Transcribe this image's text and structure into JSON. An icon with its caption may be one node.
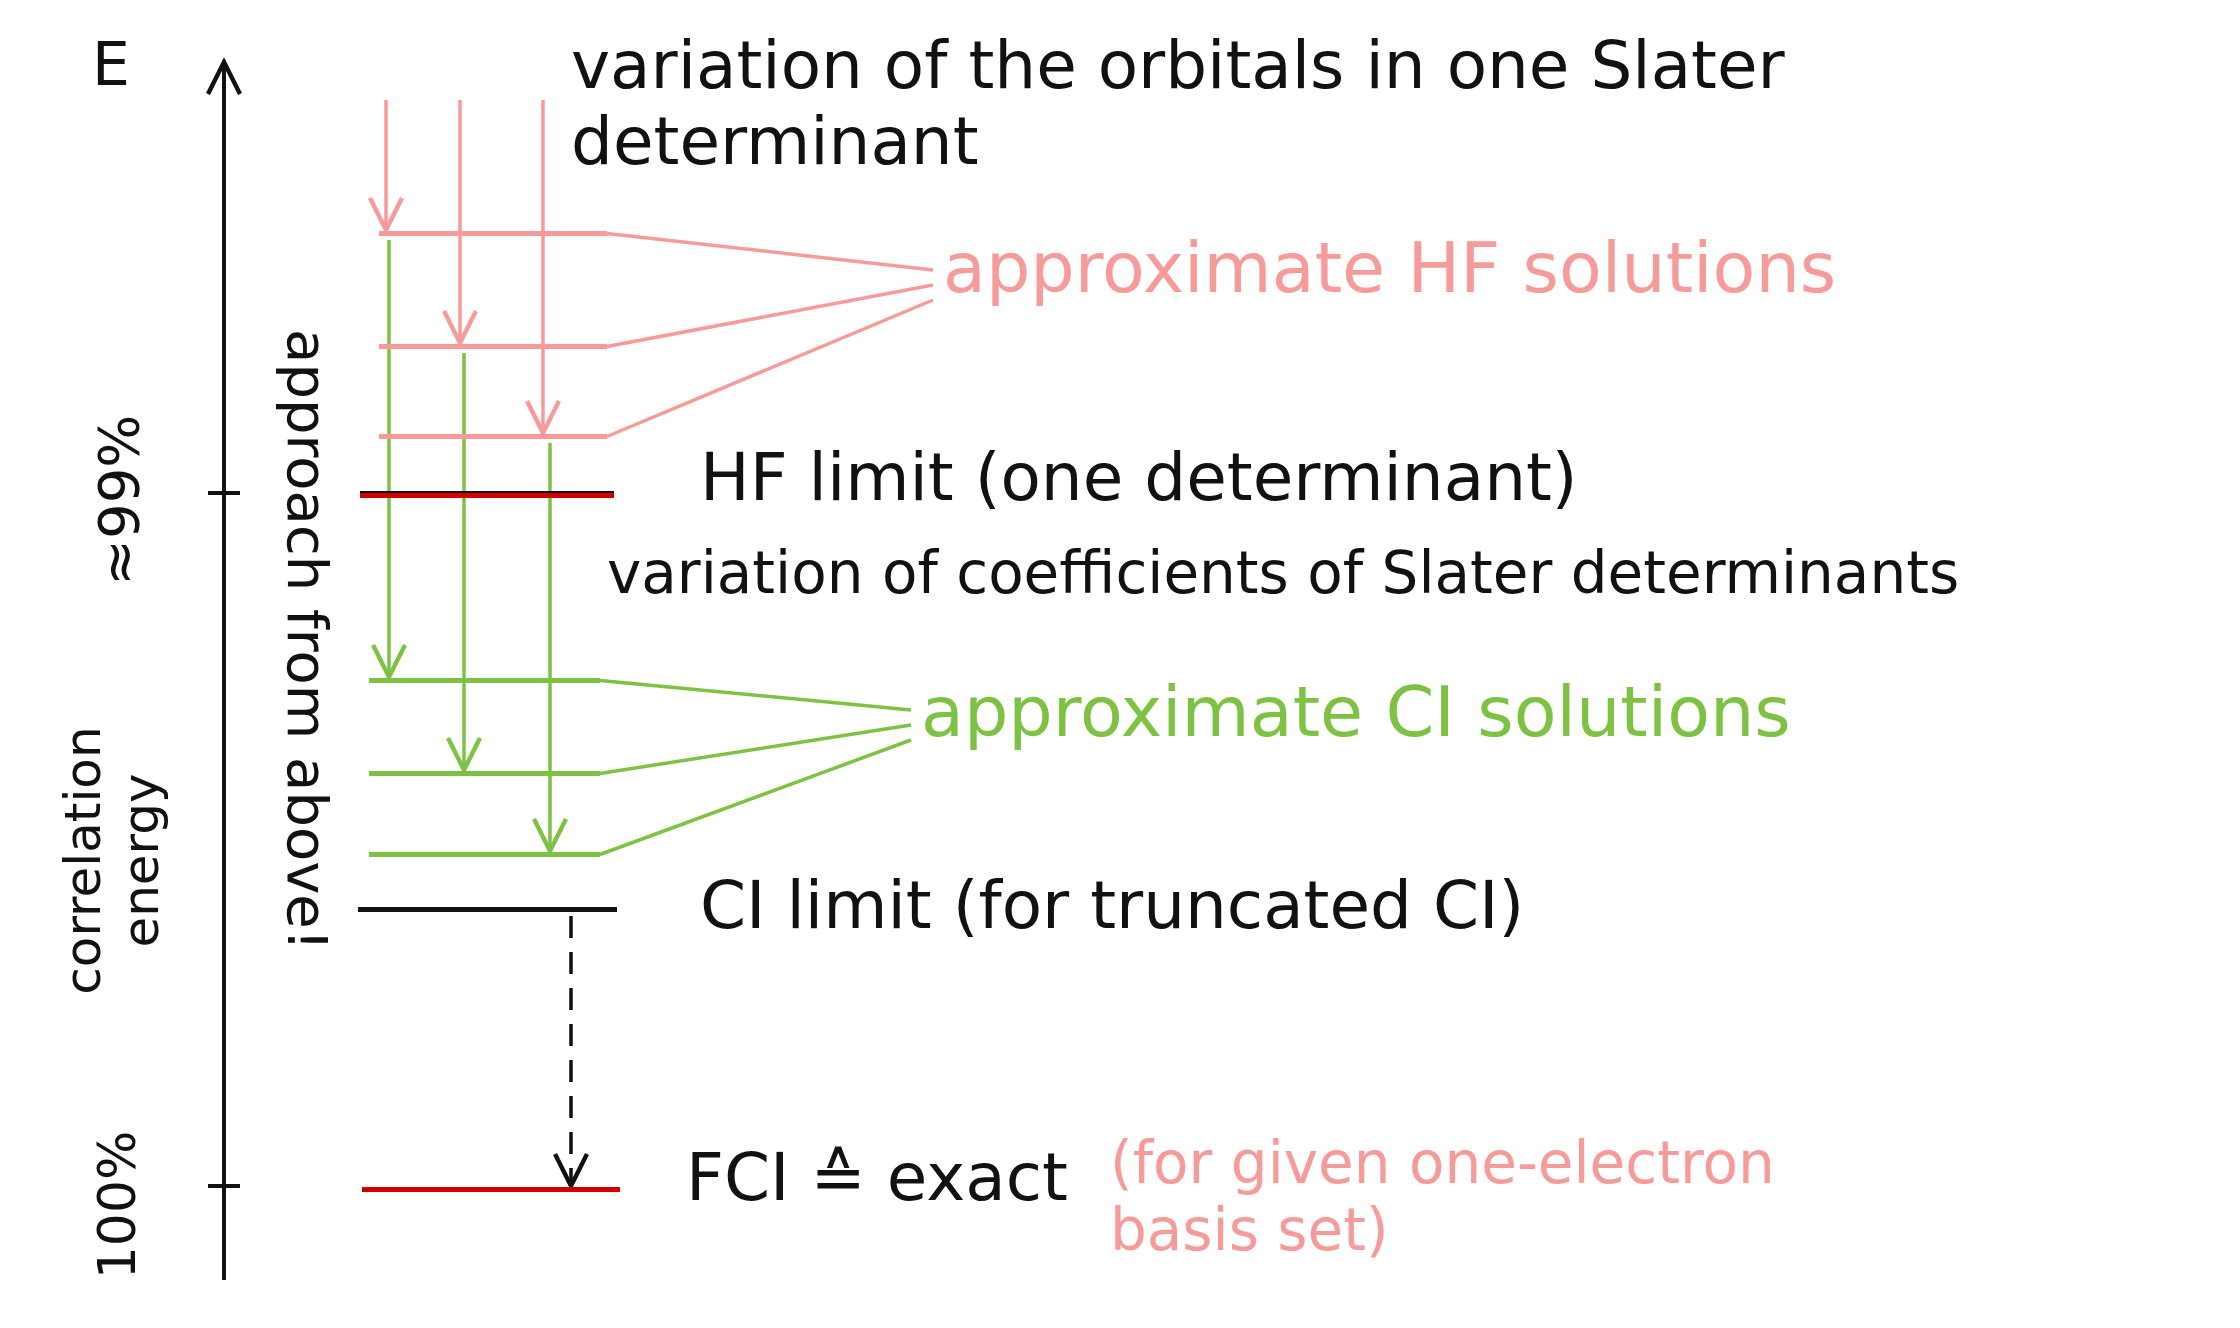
{
  "diagram": {
    "nodes": [
      {
        "text": [
          "approximate HF solutions"
        ]
      },
      {
        "text": [],
        "shape": "bar"
      },
      {
        "text": [],
        "shape": "bar"
      },
      {
        "text": [],
        "shape": "bar"
      },
      {
        "text": [],
        "shape": "bar",
        "beside": [
          "HF limit (one determinant)"
        ]
      },
      {
        "text": [
          "approximate CI solutions"
        ]
      },
      {
        "text": [],
        "shape": "bar"
      },
      {
        "text": [],
        "shape": "bar"
      },
      {
        "text": [],
        "shape": "bar"
      },
      {
        "text": [],
        "shape": "bar",
        "beside": [
          "CI limit (for truncated CI)"
        ]
      },
      {
        "text": [],
        "shape": "bar",
        "beside": [
          "FCI ≙ exact",
          "(for given one-electron basis set)"
        ]
      }
    ],
    "edges": [
      {
        "from": null,
        "to": 1,
        "arrow": "to",
        "color": "#f79a9a"
      },
      {
        "from": null,
        "to": 2,
        "arrow": "to",
        "color": "#f79a9a"
      },
      {
        "from": null,
        "to": 3,
        "arrow": "to",
        "color": "#f79a9a"
      },
      {
        "from": 1,
        "to": 6,
        "arrow": "to",
        "color": "#7dc242"
      },
      {
        "from": 2,
        "to": 7,
        "arrow": "to",
        "color": "#7dc242"
      },
      {
        "from": 3,
        "to": 8,
        "arrow": "to",
        "color": "#7dc242"
      },
      {
        "from": 9,
        "to": 10,
        "arrow": "to",
        "style": "dashed",
        "color": "#111111"
      },
      {
        "from": 0,
        "to": 1,
        "arrow": "none",
        "color": "#f79a9a"
      },
      {
        "from": 0,
        "to": 2,
        "arrow": "none",
        "color": "#f79a9a"
      },
      {
        "from": 0,
        "to": 3,
        "arrow": "none",
        "color": "#f79a9a"
      },
      {
        "from": 5,
        "to": 6,
        "arrow": "none",
        "color": "#7dc242"
      },
      {
        "from": 5,
        "to": 7,
        "arrow": "none",
        "color": "#7dc242"
      },
      {
        "from": 5,
        "to": 8,
        "arrow": "none",
        "color": "#7dc242"
      }
    ],
    "labels": [
      "E",
      "variation of the orbitals in one Slater determinant",
      "≈99%",
      "variation of coefficients of Slater determinants",
      "correlation energy",
      "approach from above!",
      "100%"
    ]
  }
}
